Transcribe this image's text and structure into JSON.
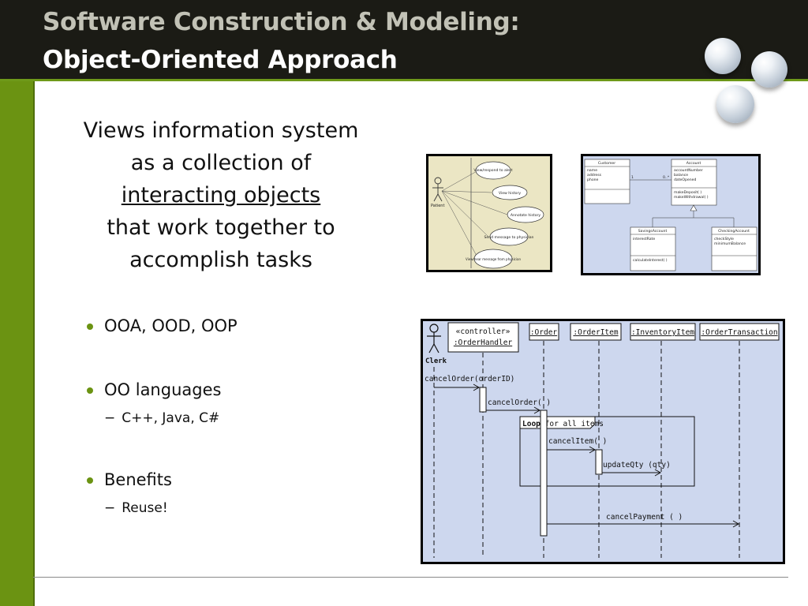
{
  "header": {
    "title_line1": "Software Construction & Modeling:",
    "title_line2": "Object-Oriented Approach"
  },
  "intro": {
    "line1": "Views information system",
    "line2": "as a collection of",
    "line3": "interacting objects",
    "line4": "that work together to",
    "line5": "accomplish tasks"
  },
  "bullets": [
    {
      "label": "OOA, OOD, OOP",
      "sub": ""
    },
    {
      "label": "OO languages",
      "sub": "C++, Java, C#"
    },
    {
      "label": "Benefits",
      "sub": "Reuse!"
    }
  ],
  "sub_marker": "−",
  "use_case": {
    "actor": "Patient",
    "cases": [
      "View/respond to alert",
      "View history",
      "Annotate history",
      "Send message to physician",
      "View/hear message from physician"
    ]
  },
  "class_diagram": {
    "customer": {
      "name": "Customer",
      "attrs": [
        "name",
        "address",
        "phone"
      ]
    },
    "account": {
      "name": "Account",
      "attrs": [
        "accountNumber",
        "balance",
        "dateOpened"
      ],
      "ops": [
        "makeDeposit( )",
        "makeWithdrawal( )"
      ]
    },
    "savings": {
      "name": "SavingsAccount",
      "attrs": [
        "interestRate"
      ],
      "ops": [
        "calculateInterest( )"
      ]
    },
    "checking": {
      "name": "CheckingAccount",
      "attrs": [
        "checkStyle",
        "minimumBalance"
      ]
    },
    "mult_left": "1",
    "mult_right": "0..*"
  },
  "sequence_diagram": {
    "actor": "Clerk",
    "lifelines": [
      "«controller»",
      ":OrderHandler",
      ":Order",
      ":OrderItem",
      ":InventoryItem",
      ":OrderTransaction"
    ],
    "messages": [
      "cancelOrder(orderID)",
      "cancelOrder( )",
      "cancelItem( )",
      "updateQty (qty)",
      "cancelPayment ( )"
    ],
    "loop_keyword": "Loop",
    "loop_guard": "for all items"
  },
  "colors": {
    "header_bg": "#1b1b15",
    "accent_green": "#6b9312",
    "title_grey": "#c2c2b6",
    "usecase_bg": "#ebe6c4",
    "uml_bg": "#cdd7ee"
  }
}
